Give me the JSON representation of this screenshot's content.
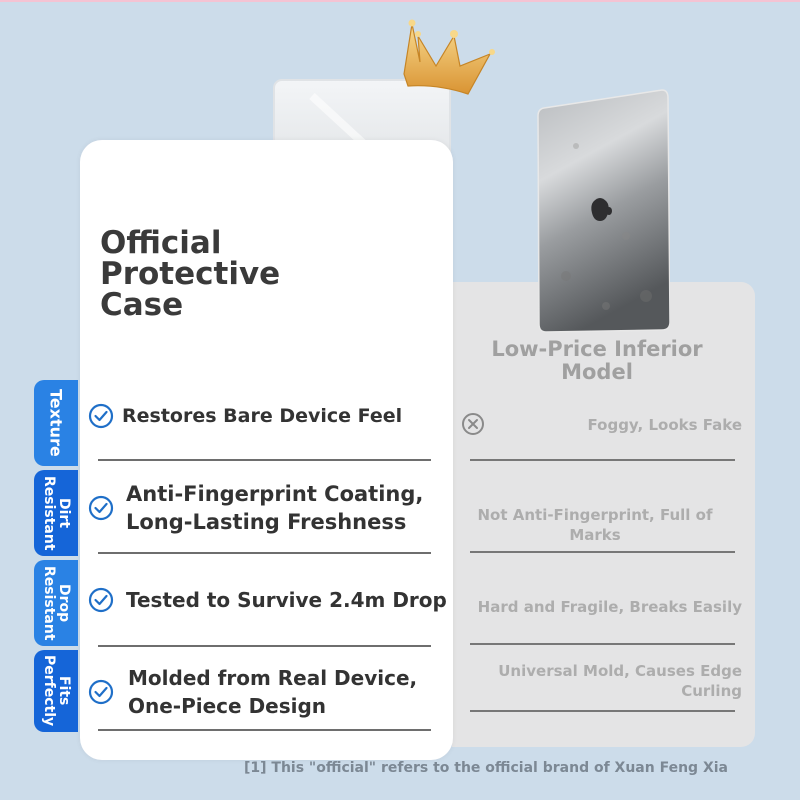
{
  "colors": {
    "background": "#ccdcea",
    "tab_blue": "#2a82e4",
    "tab_blue_dark": "#1565d8",
    "check_blue": "#1f6fc8",
    "title_dark": "#3a3a3a",
    "muted_grey": "#adadad"
  },
  "official": {
    "title": [
      "Official",
      "Protective",
      "Case"
    ],
    "features": [
      {
        "icon": "check-circle-icon",
        "lines": [
          "Restores Bare Device Feel"
        ]
      },
      {
        "icon": "check-circle-icon",
        "lines": [
          "Anti-Fingerprint Coating,",
          "Long-Lasting Freshness"
        ]
      },
      {
        "icon": "check-circle-icon",
        "lines": [
          "Tested to Survive 2.4m Drop"
        ]
      },
      {
        "icon": "check-circle-icon",
        "lines": [
          "Molded from Real Device,",
          "One-Piece Design"
        ]
      }
    ]
  },
  "tabs": [
    {
      "label": "Texture"
    },
    {
      "label": "Dirt\nResistant"
    },
    {
      "label": "Drop\nResistant"
    },
    {
      "label": "Fits\nPerfectly"
    }
  ],
  "inferior": {
    "title": [
      "Low-Price Inferior",
      "Model"
    ],
    "icon": "x-circle-icon",
    "items": [
      {
        "lines": [
          "Foggy, Looks Fake"
        ]
      },
      {
        "lines": [
          "Not Anti-Fingerprint, Full of Marks"
        ]
      },
      {
        "lines": [
          "Hard and Fragile, Breaks Easily"
        ]
      },
      {
        "lines": [
          "Universal Mold, Causes Edge",
          "Curling"
        ]
      }
    ]
  },
  "footnote": "[1] This \"official\" refers to the official brand of Xuan Feng Xia"
}
